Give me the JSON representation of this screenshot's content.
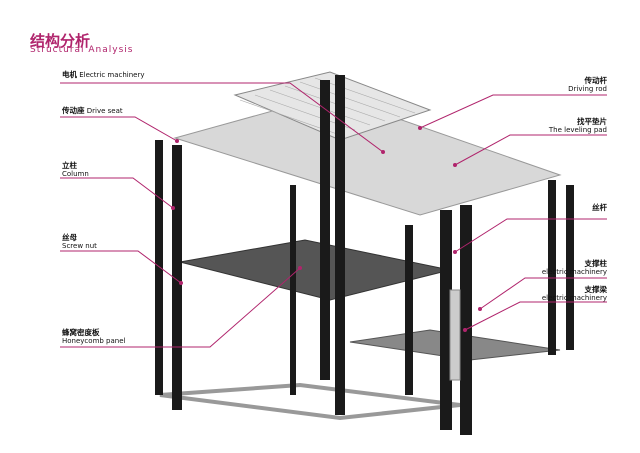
{
  "title": {
    "cn": "结构分析",
    "en": "Structural Analysis"
  },
  "accent": "#b0246c",
  "labels_left": [
    {
      "cn": "电机",
      "en": "Electric machinery"
    },
    {
      "cn": "传动座",
      "en": "Drive seat"
    },
    {
      "cn": "立柱",
      "en": "Column"
    },
    {
      "cn": "丝母",
      "en": "Screw nut"
    },
    {
      "cn": "蜂窝密度板",
      "en": "Honeycomb panel"
    }
  ],
  "labels_right": [
    {
      "cn": "传动杆",
      "en": "Driving rod"
    },
    {
      "cn": "找平垫片",
      "en": "The leveling pad"
    },
    {
      "cn": "丝杆",
      "en": ""
    },
    {
      "cn": "支撑柱",
      "en": "electric machinery"
    },
    {
      "cn": "支撑梁",
      "en": "electric machinery"
    }
  ]
}
